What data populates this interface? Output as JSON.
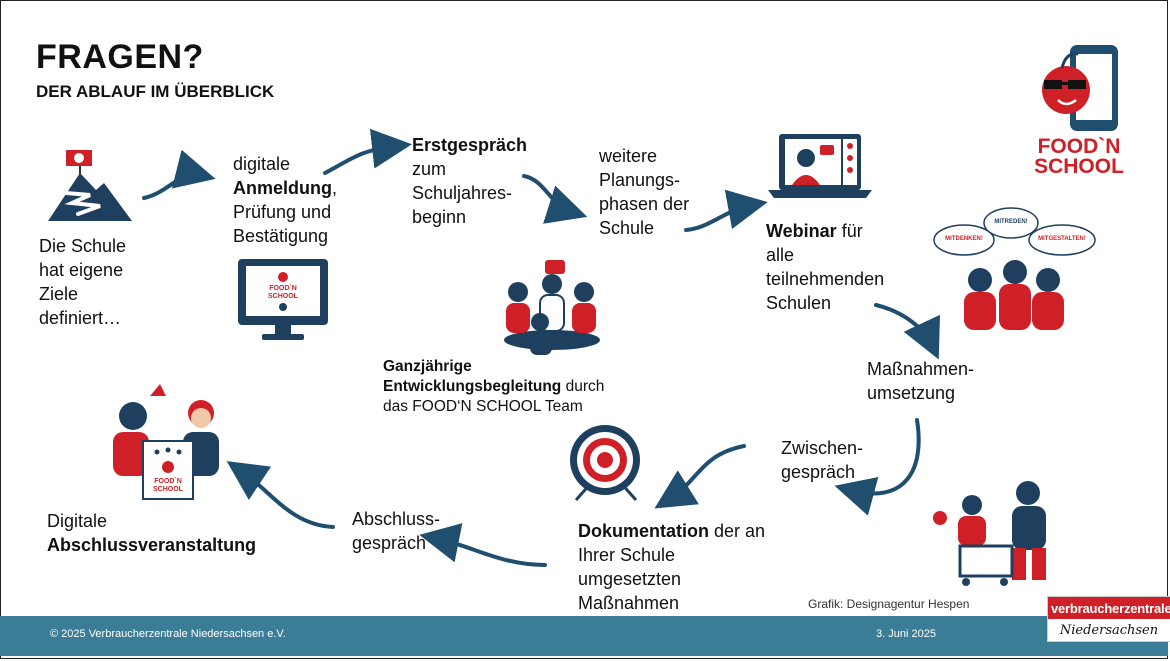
{
  "title": "FRAGEN?",
  "subtitle": "DER ABLAUF IM ÜBERBLICK",
  "logo": {
    "line1": "FOOD`N",
    "line2": "SCHOOL"
  },
  "steps": {
    "start": {
      "l1": "Die Schule",
      "l2": "hat eigene",
      "l3": "Ziele",
      "l4": "definiert…"
    },
    "anmeldung": {
      "l1": "digitale",
      "l2_bold": "Anmeldung",
      "l2_rest": ",",
      "l3": "Prüfung und",
      "l4": "Bestätigung"
    },
    "erstgespraech": {
      "l1_bold": "Erstgespräch",
      "l2": "zum",
      "l3": "Schuljahres-",
      "l4": "beginn"
    },
    "planung": {
      "l1": "weitere",
      "l2": "Planungs-",
      "l3": "phasen der",
      "l4": "Schule"
    },
    "webinar": {
      "l1_bold": "Webinar",
      "l1_rest": " für",
      "l2": "alle",
      "l3": "teilnehmenden",
      "l4": "Schulen"
    },
    "massnahmen": {
      "l1": "Maßnahmen-",
      "l2": "umsetzung"
    },
    "zwischen": {
      "l1": "Zwischen-",
      "l2": "gespräch"
    },
    "doku": {
      "l1_bold": "Dokumentation",
      "l1_rest": " der an",
      "l2": "Ihrer Schule",
      "l3": "umgesetzten",
      "l4": "Maßnahmen"
    },
    "abschlussgespraech": {
      "l1": "Abschluss-",
      "l2": "gespräch"
    },
    "abschlussveranstaltung": {
      "l1": "Digitale",
      "l2_bold": "Abschlussveranstaltung"
    },
    "begleitung": {
      "l1_bold": "Ganzjährige",
      "l2_bold": "Entwicklungsbegleitung",
      "l2_rest": " durch",
      "l3": "das FOOD‘N SCHOOL Team"
    }
  },
  "bubbles": {
    "a": "MITDENKEN!",
    "b": "MITREDEN!",
    "c": "MITGESTALTEN!"
  },
  "monitor_logo": {
    "l1": "FOOD`N",
    "l2": "SCHOOL"
  },
  "poster_logo": {
    "l1": "FOOD`N",
    "l2": "SCHOOL"
  },
  "credit": "Grafik: Designagentur Hespen",
  "footer": {
    "copyright": "© 2025 Verbraucherzentrale Niedersachsen e.V.",
    "date": "3. Juni 2025"
  },
  "vz_logo": {
    "top": "verbraucherzentrale",
    "bottom": "Niedersachsen"
  },
  "colors": {
    "red": "#cf2027",
    "navy": "#1f3f5f",
    "teal": "#1f4e6e",
    "footer": "#3b7d96"
  }
}
